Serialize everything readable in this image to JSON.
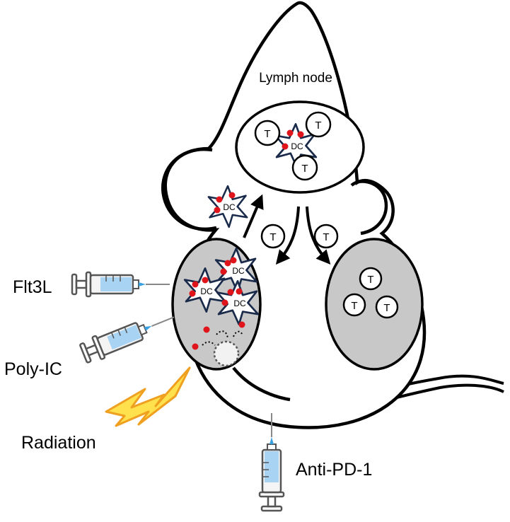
{
  "labels": {
    "lymph_node": "Lymph node",
    "flt3l": "Flt3L",
    "poly_ic": "Poly-IC",
    "radiation": "Radiation",
    "anti_pd1": "Anti-PD-1"
  },
  "cells": {
    "t_cell": "T",
    "dendritic_cell": "DC"
  },
  "colors": {
    "tumor_fill": "#c8c8c8",
    "dc_outline": "#1a2a4a",
    "antigen_dot": "#e0141b",
    "lightning_fill": "#ffe14d",
    "lightning_stroke": "#f0a020",
    "syringe_liquid": "#a9d3f2",
    "needle": "#3aa0e0"
  },
  "icons": [
    "syringe-icon",
    "lightning-icon",
    "mouse-outline",
    "arrow-icon"
  ]
}
